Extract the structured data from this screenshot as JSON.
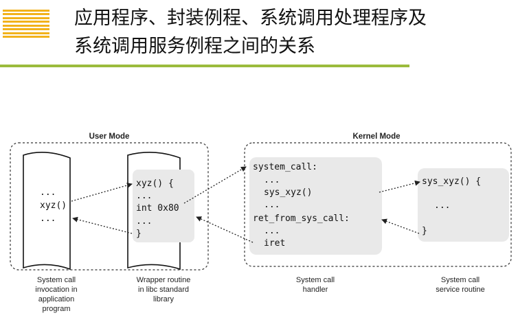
{
  "slide": {
    "title_line1": "应用程序、封装例程、系统调用处理程序及",
    "title_line2": "系统调用服务例程之间的关系",
    "accent_color": "#f2b21b",
    "rule_color": "#9bbb3c"
  },
  "diagram": {
    "user_mode_label": "User Mode",
    "kernel_mode_label": "Kernel Mode",
    "app_code": {
      "line1": "...",
      "line2": "xyz()",
      "line3": "..."
    },
    "wrapper_code": {
      "line1": "xyz() {",
      "line2": "...",
      "line3": "int 0x80",
      "line4": "...",
      "line5": "}"
    },
    "handler_code": {
      "line1": "system_call:",
      "line2": "...",
      "line3": "sys_xyz()",
      "line4": "...",
      "line5": "ret_from_sys_call:",
      "line6": "...",
      "line7": "iret"
    },
    "service_code": {
      "line1": "sys_xyz() {",
      "line2": "...",
      "line3": "}"
    },
    "captions": {
      "app": {
        "line1": "System call",
        "line2": "invocation in",
        "line3": "application",
        "line4": "program"
      },
      "wrapper": {
        "line1": "Wrapper routine",
        "line2": "in libc standard",
        "line3": "library"
      },
      "handler": {
        "line1": "System call",
        "line2": "handler"
      },
      "service": {
        "line1": "System call",
        "line2": "service routine"
      }
    }
  }
}
